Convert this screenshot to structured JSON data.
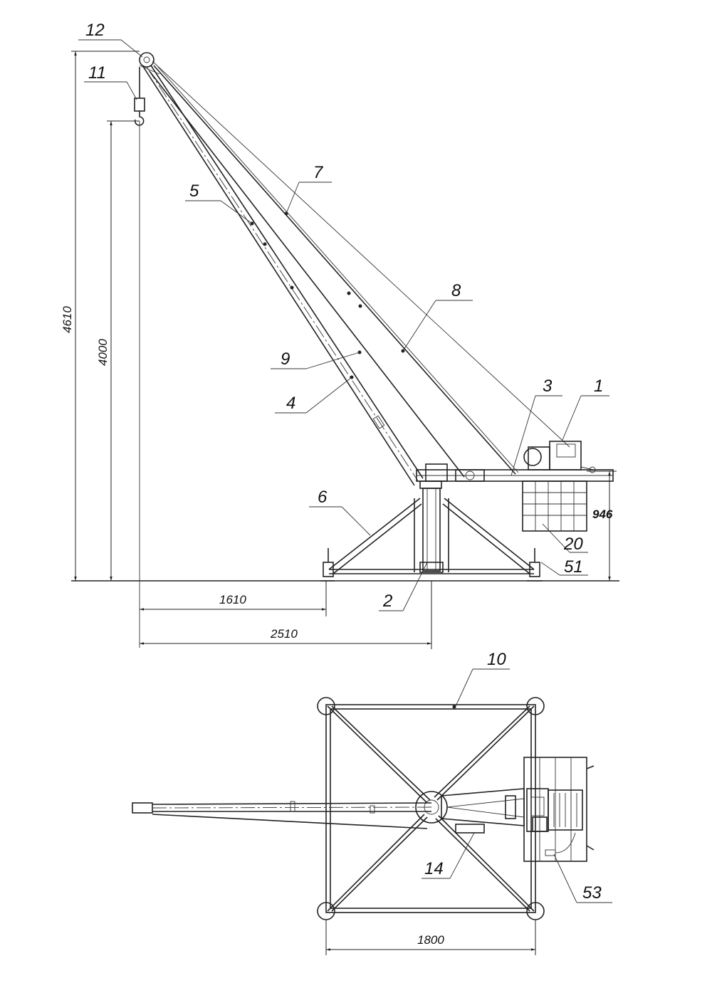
{
  "labels": {
    "l1": "1",
    "l2": "2",
    "l3": "3",
    "l4": "4",
    "l5": "5",
    "l6": "6",
    "l7": "7",
    "l8": "8",
    "l9": "9",
    "l10": "10",
    "l11": "11",
    "l12": "12",
    "l14": "14",
    "l20": "20",
    "l51": "51",
    "l53": "53"
  },
  "dimensions": {
    "d4610": "4610",
    "d4000": "4000",
    "d946": "946",
    "d1610": "1610",
    "d2510": "2510",
    "d1800": "1800"
  }
}
